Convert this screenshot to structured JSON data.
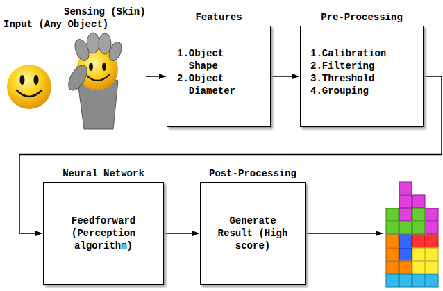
{
  "diagram": {
    "nodes": [
      {
        "text": [
          "Input (Any Object)"
        ]
      },
      {
        "text": [
          "Sensing (Skin)"
        ]
      },
      {
        "text": [
          "Features",
          "1.Object Shape",
          "2.Object Diameter"
        ]
      },
      {
        "text": [
          "Pre-Processing",
          "1.Calibration",
          "2.Filtering",
          "3.Threshold",
          "4.Grouping"
        ]
      },
      {
        "text": [
          "Neural Network",
          "Feedforward (Perception algorithm)"
        ]
      },
      {
        "text": [
          "Post-Processing",
          "Generate Result (High score)"
        ]
      }
    ],
    "edges": [
      {
        "from": 1,
        "to": 2,
        "arrow": "to"
      },
      {
        "from": 2,
        "to": 3,
        "arrow": "to"
      },
      {
        "from": 3,
        "to": 4,
        "arrow": "to"
      },
      {
        "from": 4,
        "to": 5,
        "arrow": "to"
      }
    ]
  }
}
